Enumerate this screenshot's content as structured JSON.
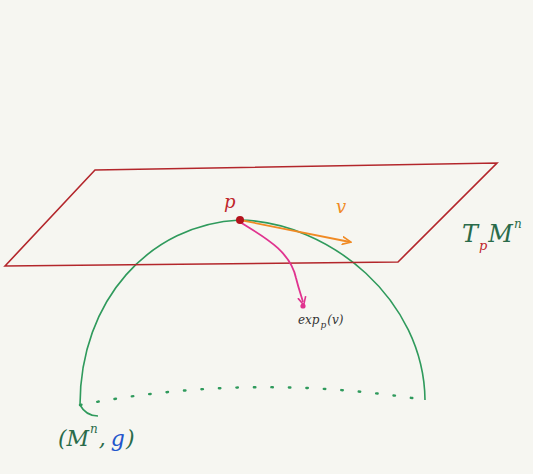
{
  "diagram": {
    "labels": [
      "p",
      "v",
      "T",
      "p",
      "M",
      "n",
      "exp",
      "p",
      "(v)",
      "(M",
      "n",
      ",",
      "g",
      ")"
    ]
  }
}
